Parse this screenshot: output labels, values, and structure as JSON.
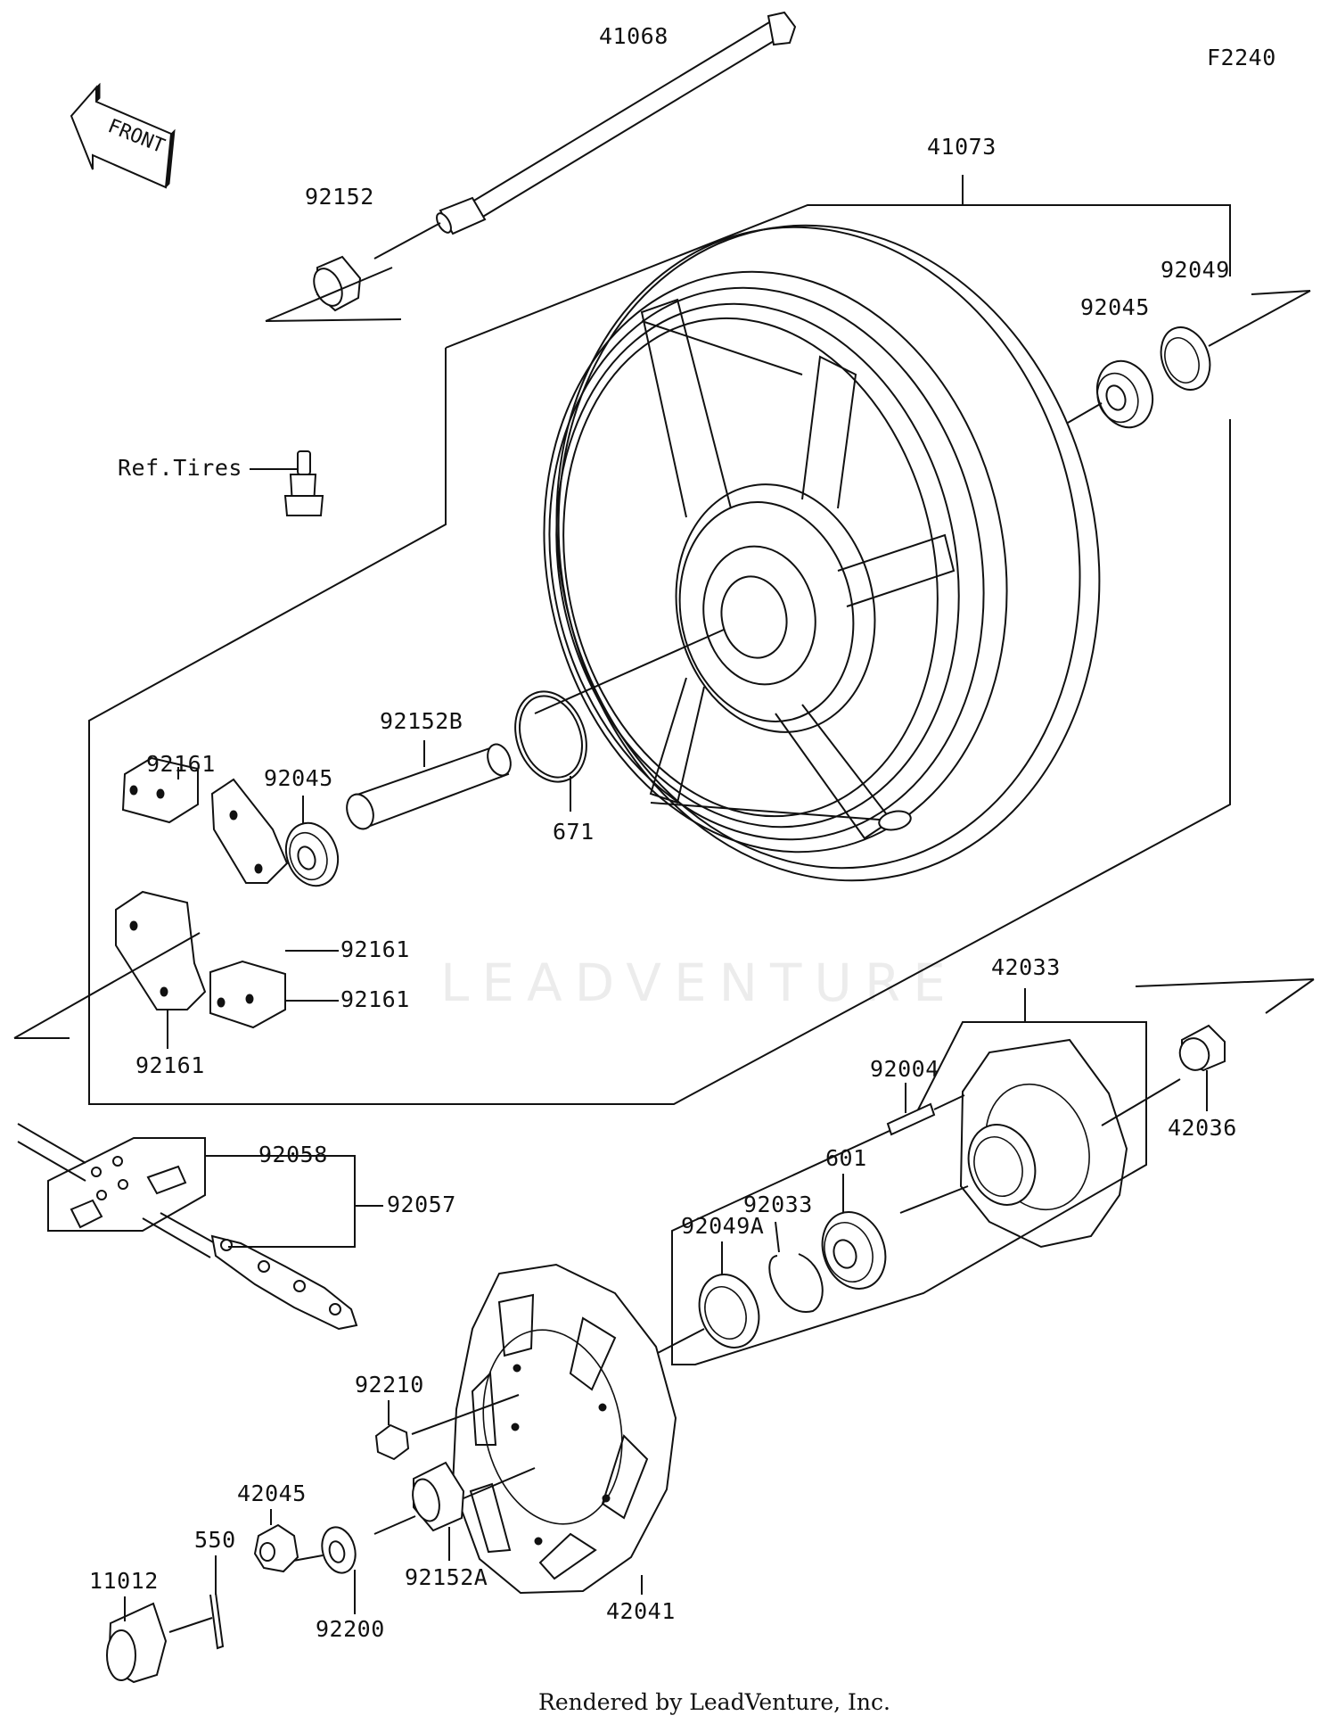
{
  "diagram": {
    "figure_code": "F2240",
    "front_arrow_text": "FRONT",
    "watermark_text": "LEADVENTURE",
    "footer_text": "Rendered by LeadVenture, Inc.",
    "ref_tires": "Ref.Tires"
  },
  "parts": {
    "axle": "41068",
    "wheel": "41073",
    "collar_left": "92152",
    "oil_seal": "92049",
    "bearing_top": "92045",
    "bearing_mid": "92045",
    "collar_b": "92152B",
    "o_ring": "671",
    "damper_top": "92161",
    "damper_right_upper": "92161",
    "damper_right_lower": "92161",
    "damper_bottom": "92161",
    "coupling": "42033",
    "collar_right": "42036",
    "stud": "92004",
    "bearing_601": "601",
    "circlip": "92033",
    "oil_seal_a": "92049A",
    "chain_link": "92058",
    "chain": "92057",
    "nut": "92210",
    "collar_a": "92152A",
    "sprocket": "42041",
    "axle_nut": "42045",
    "cotter_pin": "550",
    "washer": "92200",
    "cap": "11012"
  }
}
